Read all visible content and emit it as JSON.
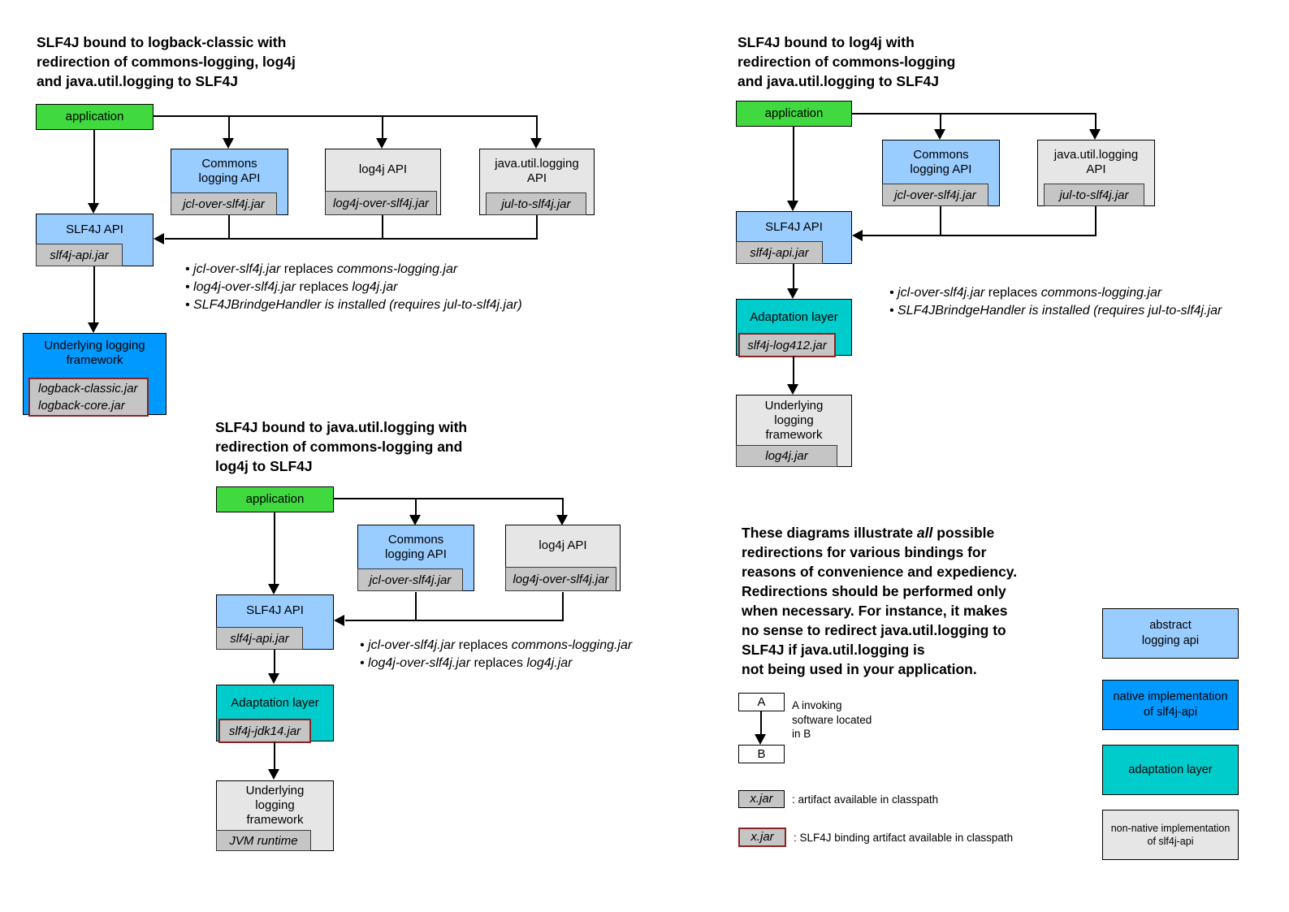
{
  "palette": {
    "green": "#40D940",
    "light_blue": "#99CCFF",
    "blue": "#0099FF",
    "teal": "#00CCCC",
    "light_gray": "#E6E6E6",
    "jar_gray": "#C5C5C5",
    "binding_border": "#8B2323",
    "white": "#FFFFFF"
  },
  "d1": {
    "title": "SLF4J bound to logback-classic with\nredirection of commons-logging, log4j\nand java.util.logging to SLF4J",
    "app": "application",
    "commons": {
      "label": "Commons\nlogging API",
      "jar": "jcl-over-slf4j.jar"
    },
    "log4j": {
      "label": "log4j API",
      "jar": "log4j-over-slf4j.jar"
    },
    "jul": {
      "label": "java.util.logging\nAPI",
      "jar": "jul-to-slf4j.jar"
    },
    "slf4j": {
      "label": "SLF4J API",
      "jar": "slf4j-api.jar"
    },
    "underlying": {
      "label": "Underlying logging\nframework",
      "jar": "logback-classic.jar\nlogback-core.jar"
    },
    "bullets": [
      {
        "s1": "• jcl-over-slf4j.jar",
        "s2": " replaces ",
        "s3": "commons-logging.jar"
      },
      {
        "s1": "• log4j-over-slf4j.jar",
        "s2": " replaces ",
        "s3": "log4j.jar"
      },
      {
        "s1": "• SLF4JBrindgeHandler is installed (requires jul-to-slf4j.jar)"
      }
    ]
  },
  "d2": {
    "title": "SLF4J bound to log4j with\nredirection of commons-logging\nand java.util.logging to SLF4J",
    "app": "application",
    "commons": {
      "label": "Commons\nlogging API",
      "jar": "jcl-over-slf4j.jar"
    },
    "jul": {
      "label": "java.util.logging\nAPI",
      "jar": "jul-to-slf4j.jar"
    },
    "slf4j": {
      "label": "SLF4J API",
      "jar": "slf4j-api.jar"
    },
    "adaptation": {
      "label": "Adaptation layer",
      "jar": "slf4j-log412.jar"
    },
    "underlying": {
      "label": "Underlying\nlogging\nframework",
      "jar": "log4j.jar"
    },
    "bullets": [
      {
        "s1": "• jcl-over-slf4j.jar",
        "s2": " replaces ",
        "s3": "commons-logging.jar"
      },
      {
        "s1": "• SLF4JBrindgeHandler is installed (requires jul-to-slf4j.jar"
      }
    ]
  },
  "d3": {
    "title": "SLF4J bound to java.util.logging with\nredirection of commons-logging and\nlog4j to SLF4J",
    "app": "application",
    "commons": {
      "label": "Commons\nlogging API",
      "jar": "jcl-over-slf4j.jar"
    },
    "log4j": {
      "label": "log4j API",
      "jar": "log4j-over-slf4j.jar"
    },
    "slf4j": {
      "label": "SLF4J API",
      "jar": "slf4j-api.jar"
    },
    "adaptation": {
      "label": "Adaptation layer",
      "jar": "slf4j-jdk14.jar"
    },
    "underlying": {
      "label": "Underlying\nlogging\nframework",
      "jar": "JVM runtime"
    },
    "bullets": [
      {
        "s1": "• jcl-over-slf4j.jar",
        "s2": " replaces ",
        "s3": "commons-logging.jar"
      },
      {
        "s1": "• log4j-over-slf4j.jar",
        "s2": " replaces ",
        "s3": "log4j.jar"
      }
    ]
  },
  "note": {
    "pre": "These diagrams illustrate ",
    "em": "all",
    "post": " possible\nredirections for various bindings for\nreasons of convenience and expediency.\nRedirections should be performed only\nwhen necessary. For instance, it makes\nno sense to redirect java.util.logging to\nSLF4J if java.util.logging is\nnot being used in your application."
  },
  "legend": {
    "a_label": "A",
    "b_label": "B",
    "ab_caption": "A invoking\nsoftware located\nin B",
    "jar_plain": {
      "box": "x.jar",
      "caption": ": artifact available in classpath"
    },
    "jar_binding": {
      "box": "x.jar",
      "caption": ": SLF4J binding artifact available in classpath"
    },
    "colors": [
      {
        "label": "abstract\nlogging api",
        "color": "#99CCFF"
      },
      {
        "label": "native implementation\nof slf4j-api",
        "color": "#0099FF"
      },
      {
        "label": "adaptation layer",
        "color": "#00CCCC"
      },
      {
        "label": "non-native implementation\nof slf4j-api",
        "color": "#E6E6E6"
      }
    ]
  }
}
